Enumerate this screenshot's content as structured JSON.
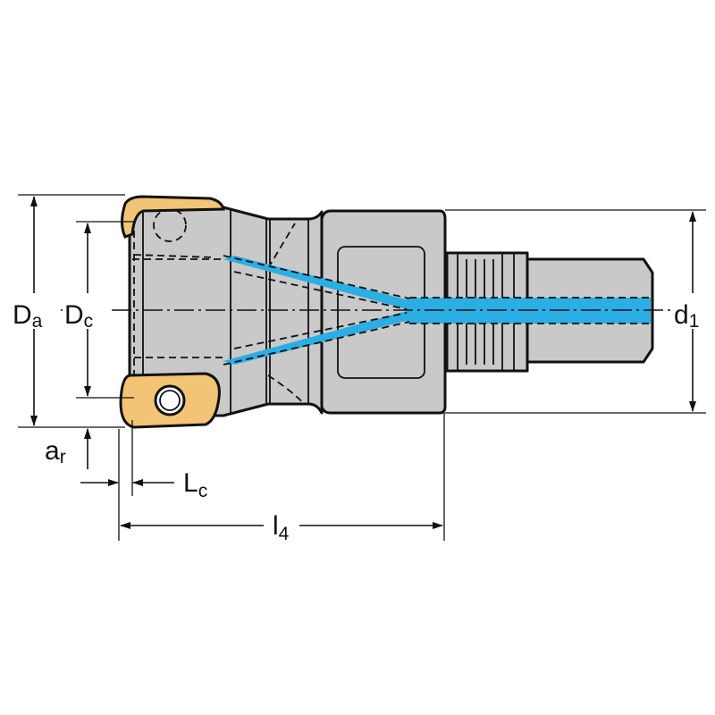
{
  "diagram": {
    "title": "Milling cutter dimension drawing",
    "labels": {
      "Da": {
        "main": "D",
        "sub": "a"
      },
      "Dc": {
        "main": "D",
        "sub": "c"
      },
      "d1": {
        "main": "d",
        "sub": "1"
      },
      "ar": {
        "main": "a",
        "sub": "r"
      },
      "Lc": {
        "main": "L",
        "sub": "c"
      },
      "l4": {
        "main": "l",
        "sub": "4"
      }
    },
    "colors": {
      "body": "#c9c9c9",
      "coolant": "#2aaee3",
      "insert": "#f3c475",
      "line": "#111111"
    }
  }
}
